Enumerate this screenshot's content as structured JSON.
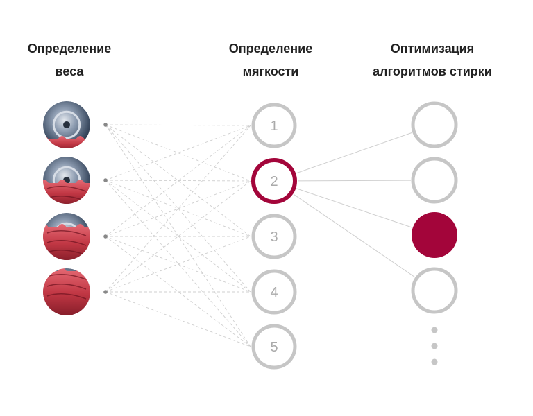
{
  "headings": {
    "weight": {
      "line1": "Определение",
      "line2": "веса"
    },
    "softness": {
      "line1": "Определение",
      "line2": "мягкости"
    },
    "algorithm": {
      "line1": "Оптимизация",
      "line2": "алгоритмов стирки"
    }
  },
  "weight_levels": [
    {
      "fill_fraction": 0.25
    },
    {
      "fill_fraction": 0.5
    },
    {
      "fill_fraction": 0.75
    },
    {
      "fill_fraction": 1.0
    }
  ],
  "softness_levels": [
    "1",
    "2",
    "3",
    "4",
    "5"
  ],
  "selected_softness": "2",
  "algorithm_nodes": [
    {
      "selected": false
    },
    {
      "selected": false
    },
    {
      "selected": true
    },
    {
      "selected": false
    }
  ],
  "colors": {
    "accent": "#a3053a",
    "node_gray": "#c6c6c6",
    "number_gray": "#aaaaaa",
    "link_gray": "#cfcfcf",
    "fabric": "#c8434f",
    "drum": "#5c6f86"
  }
}
